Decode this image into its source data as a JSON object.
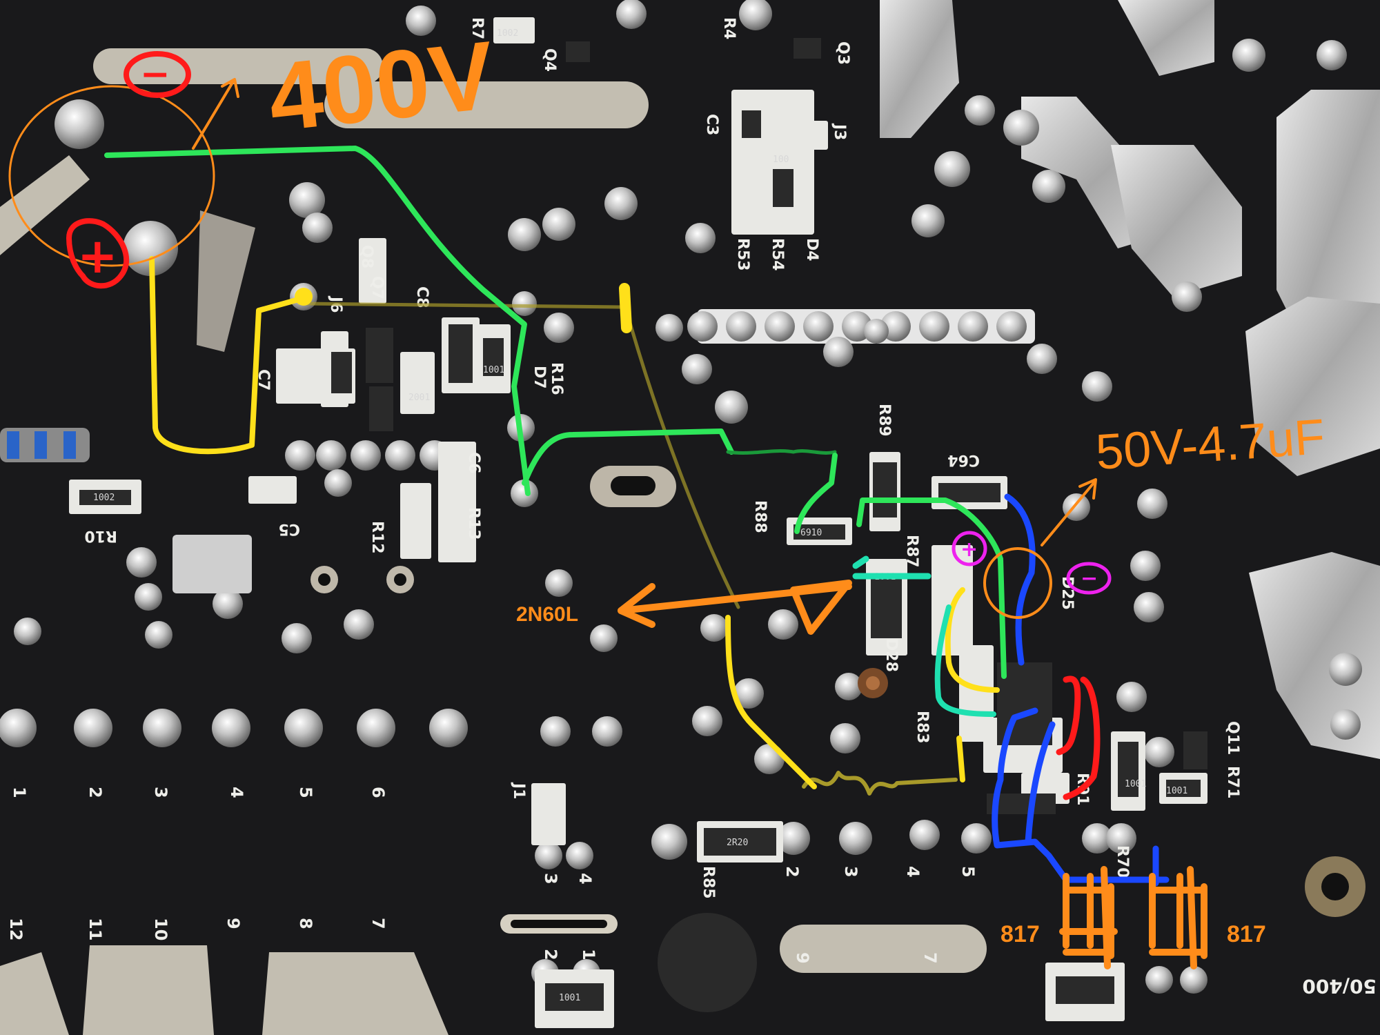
{
  "annotations": {
    "high_voltage": "400V",
    "negative_sign": "−",
    "positive_sign": "+",
    "capacitor_spec": "50V-4.7uF",
    "mosfet": "2N60L",
    "optocoupler_left": "817",
    "optocoupler_right": "817"
  },
  "silkscreen": {
    "refs": [
      "R7",
      "Q4",
      "R4",
      "Q3",
      "J3",
      "C3",
      "R53",
      "R54",
      "D4",
      "Q8",
      "Q7",
      "J6",
      "C8",
      "C7",
      "R16",
      "D7",
      "R10",
      "C5",
      "R12",
      "C6",
      "R13",
      "R89",
      "C64",
      "R88",
      "R87",
      "D25",
      "D28",
      "R83",
      "R91",
      "R70",
      "Q11",
      "R71",
      "J1",
      "R85"
    ],
    "pin_numbers_top": [
      "1",
      "2",
      "3",
      "4",
      "5",
      "6"
    ],
    "pin_numbers_bottom": [
      "12",
      "11",
      "10",
      "9",
      "8",
      "7"
    ],
    "pin_numbers_mid": [
      "2",
      "3",
      "4",
      "5"
    ],
    "j1_pins": [
      "3",
      "4"
    ],
    "lower_pins": [
      "2",
      "1"
    ],
    "big_pins": [
      "9",
      "7"
    ],
    "corner_label": "50/400",
    "smd_codes": [
      "1002",
      "100",
      "1001",
      "2001",
      "1002",
      "6910",
      "2R20",
      "1001",
      "1001",
      "1001",
      "1001"
    ]
  },
  "colors": {
    "pcb": "#1a1a1c",
    "pad": "#c9c9c9",
    "trace_light": "#d8d2c4",
    "green": "#2ee65a",
    "yellow": "#ffe01a",
    "orange": "#ff8c1a",
    "red": "#ff1a1a",
    "blue": "#1a48ff",
    "teal": "#1fe0b0",
    "magenta": "#ee22ee",
    "olive": "#a89a2a"
  }
}
